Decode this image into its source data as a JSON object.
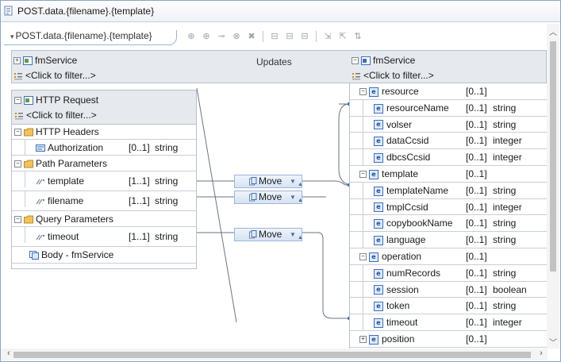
{
  "tab": {
    "title": "POST.data.{filename}.{template}"
  },
  "breadcrumb": {
    "label": "POST.data.{filename}.{template}"
  },
  "toolbar": {
    "icons": [
      "add-input-icon",
      "add-output-icon",
      "connect-icon",
      "delete-transform-icon",
      "remove-icon",
      "align-left-icon",
      "align-center-icon",
      "align-right-icon",
      "expand-icon",
      "collapse-icon",
      "sort-icon"
    ]
  },
  "header": {
    "left_service": "fmService",
    "right_service": "fmService",
    "updates": "Updates",
    "left_filter": "<Click to filter...>",
    "right_filter": "<Click to filter...>"
  },
  "left": {
    "title": "HTTP Request",
    "filter": "<Click to filter...>",
    "rows": [
      {
        "name": "HTTP Headers",
        "card": "",
        "type": "",
        "kind": "folder"
      },
      {
        "name": "Authorization",
        "card": "[0..1]",
        "type": "string",
        "kind": "leaf"
      },
      {
        "name": "Path Parameters",
        "card": "",
        "type": "",
        "kind": "folder"
      },
      {
        "name": "template",
        "card": "[1..1]",
        "type": "string",
        "kind": "param"
      },
      {
        "name": "filename",
        "card": "[1..1]",
        "type": "string",
        "kind": "param"
      },
      {
        "name": "Query Parameters",
        "card": "",
        "type": "",
        "kind": "folder"
      },
      {
        "name": "timeout",
        "card": "[1..1]",
        "type": "string",
        "kind": "param"
      },
      {
        "name": "Body - fmService",
        "card": "",
        "type": "",
        "kind": "body"
      }
    ]
  },
  "right": {
    "rows": [
      {
        "name": "resource",
        "card": "[0..1]",
        "type": "",
        "level": 0
      },
      {
        "name": "resourceName",
        "card": "[0..1]",
        "type": "string",
        "level": 1
      },
      {
        "name": "volser",
        "card": "[0..1]",
        "type": "string",
        "level": 1
      },
      {
        "name": "dataCcsid",
        "card": "[0..1]",
        "type": "integer",
        "level": 1
      },
      {
        "name": "dbcsCcsid",
        "card": "[0..1]",
        "type": "integer",
        "level": 1
      },
      {
        "name": "template",
        "card": "[0..1]",
        "type": "",
        "level": 0
      },
      {
        "name": "templateName",
        "card": "[0..1]",
        "type": "string",
        "level": 1
      },
      {
        "name": "tmplCcsid",
        "card": "[0..1]",
        "type": "integer",
        "level": 1
      },
      {
        "name": "copybookName",
        "card": "[0..1]",
        "type": "string",
        "level": 1
      },
      {
        "name": "language",
        "card": "[0..1]",
        "type": "string",
        "level": 1
      },
      {
        "name": "operation",
        "card": "[0..1]",
        "type": "",
        "level": 0
      },
      {
        "name": "numRecords",
        "card": "[0..1]",
        "type": "string",
        "level": 1
      },
      {
        "name": "session",
        "card": "[0..1]",
        "type": "boolean",
        "level": 1
      },
      {
        "name": "token",
        "card": "[0..1]",
        "type": "string",
        "level": 1
      },
      {
        "name": "timeout",
        "card": "[0..1]",
        "type": "integer",
        "level": 1
      },
      {
        "name": "position",
        "card": "[0..1]",
        "type": "",
        "level": 0,
        "collapsed": true
      }
    ]
  },
  "transforms": [
    {
      "label": "Move"
    },
    {
      "label": "Move"
    },
    {
      "label": "Move"
    }
  ],
  "colors": {
    "accent": "#3d6fb6",
    "wire": "#6b7380",
    "header_bg": "#e6e9ee"
  }
}
